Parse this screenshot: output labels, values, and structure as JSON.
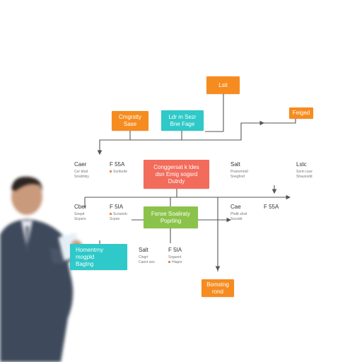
{
  "colors": {
    "orange": "#f68c1f",
    "teal": "#2ec9c8",
    "coral": "#f26b5b",
    "green": "#8bc34a",
    "line": "#555555"
  },
  "nodes": {
    "top_right": {
      "lines": [
        "Lsit"
      ]
    },
    "far_right": {
      "lines": [
        "Feiged"
      ]
    },
    "left_orange": {
      "lines": [
        "Cmgrstty",
        "Sase"
      ]
    },
    "teal_top": {
      "lines": [
        "Ldr m Sezr",
        "Bne Fage"
      ]
    },
    "center": {
      "lines": [
        "Conggersat k ldes",
        "dsn Emig sogsrd",
        "Dutrdy"
      ]
    },
    "green": {
      "lines": [
        "Fsnse Soaliraty",
        "Poprling"
      ]
    },
    "teal_bottom": {
      "lines": [
        "Homentrny",
        "mogpld",
        "Bagtng"
      ]
    },
    "bottom_orange": {
      "lines": [
        "Bomstng",
        "rond"
      ]
    }
  },
  "labels": {
    "row1_a": {
      "head": "Caer",
      "sub": [
        "Cer btod",
        "Snsdmby"
      ]
    },
    "row1_b": {
      "head": "F 55A",
      "sub": [
        "Sonfunkt"
      ]
    },
    "row1_c": {
      "head": "Salt",
      "sub": [
        "Pramrmntd",
        "Sneghnd"
      ]
    },
    "row1_d": {
      "head": "Lstc",
      "sub": [
        "Sorin ruse",
        "Shaunsdd"
      ]
    },
    "row2_a": {
      "head": "Cber",
      "sub": [
        "Soepd",
        "Sicpers"
      ]
    },
    "row2_b": {
      "head": "F 5IA",
      "sub": [
        "Scouneb",
        "Scpoe"
      ]
    },
    "row2_c": {
      "head": "Cae",
      "sub": [
        "Phdtt shsit",
        "Sscsdd"
      ]
    },
    "row2_d": {
      "head": "F 55A",
      "sub": []
    },
    "row3_a": {
      "head": "Salt",
      "sub": [
        "Clogrt",
        "Caent aso"
      ]
    },
    "row3_b": {
      "head": "F 5IA",
      "sub": [
        "Sxgunnt",
        "Hiapor"
      ]
    }
  }
}
